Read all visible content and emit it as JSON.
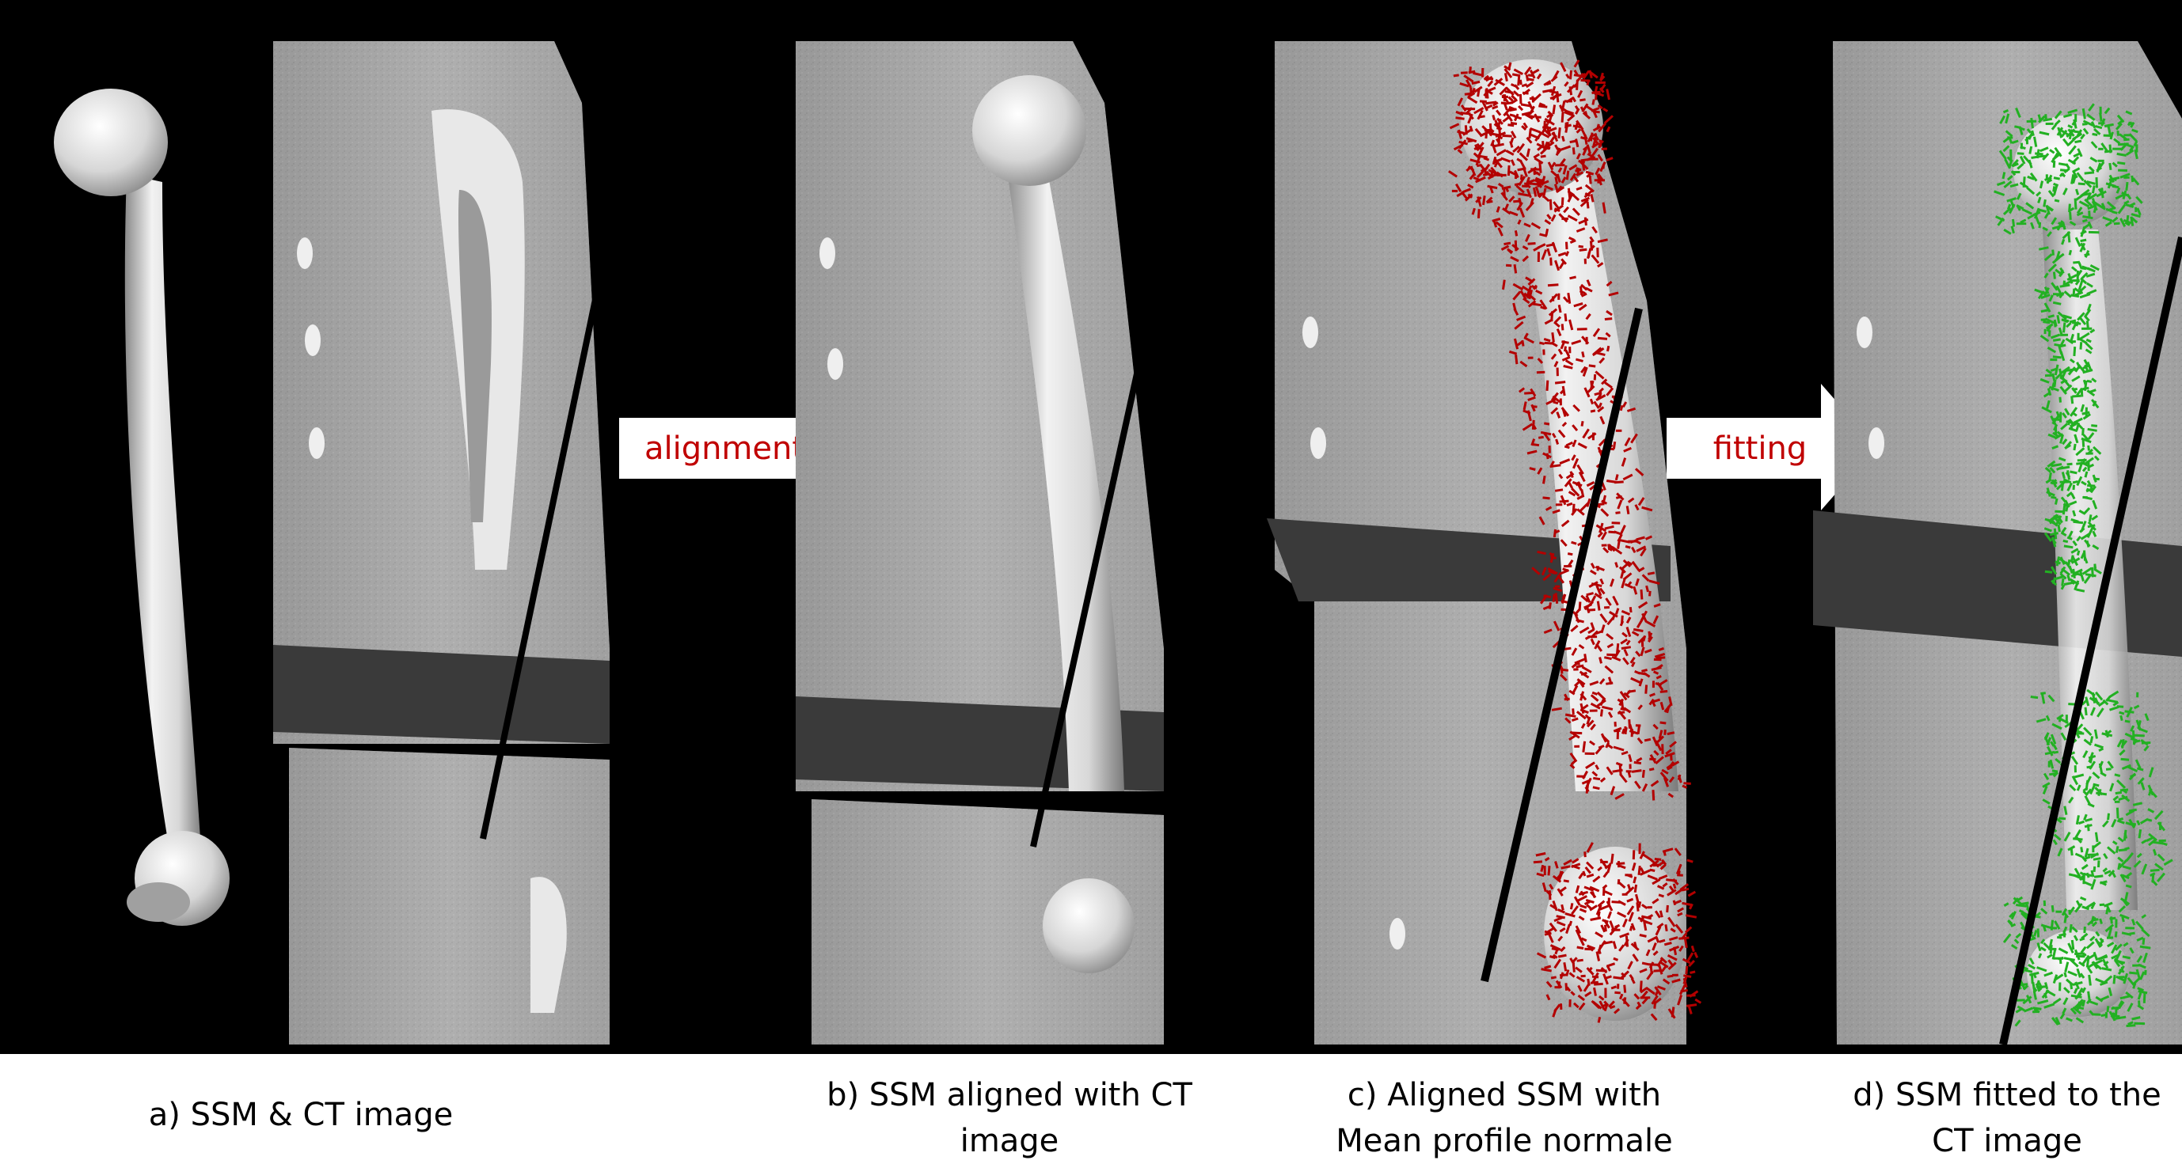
{
  "figure": {
    "panels": [
      {
        "id": "a",
        "caption": [
          "a) SSM & CT image"
        ]
      },
      {
        "id": "b",
        "caption": [
          "b) SSM aligned with CT",
          "image"
        ]
      },
      {
        "id": "c",
        "caption": [
          "c) Aligned SSM with",
          "Mean profile normale"
        ]
      },
      {
        "id": "d",
        "caption": [
          "d) SSM fitted to the",
          "CT image"
        ]
      }
    ],
    "arrows": [
      {
        "label": "alignment",
        "color": "#c00000"
      },
      {
        "label": "fitting",
        "color": "#c00000"
      }
    ],
    "colors": {
      "background": "#000000",
      "bone": "#d9d9d9",
      "profile_normals_aligned": "#b30000",
      "profile_normals_fitted": "#22b022"
    }
  }
}
